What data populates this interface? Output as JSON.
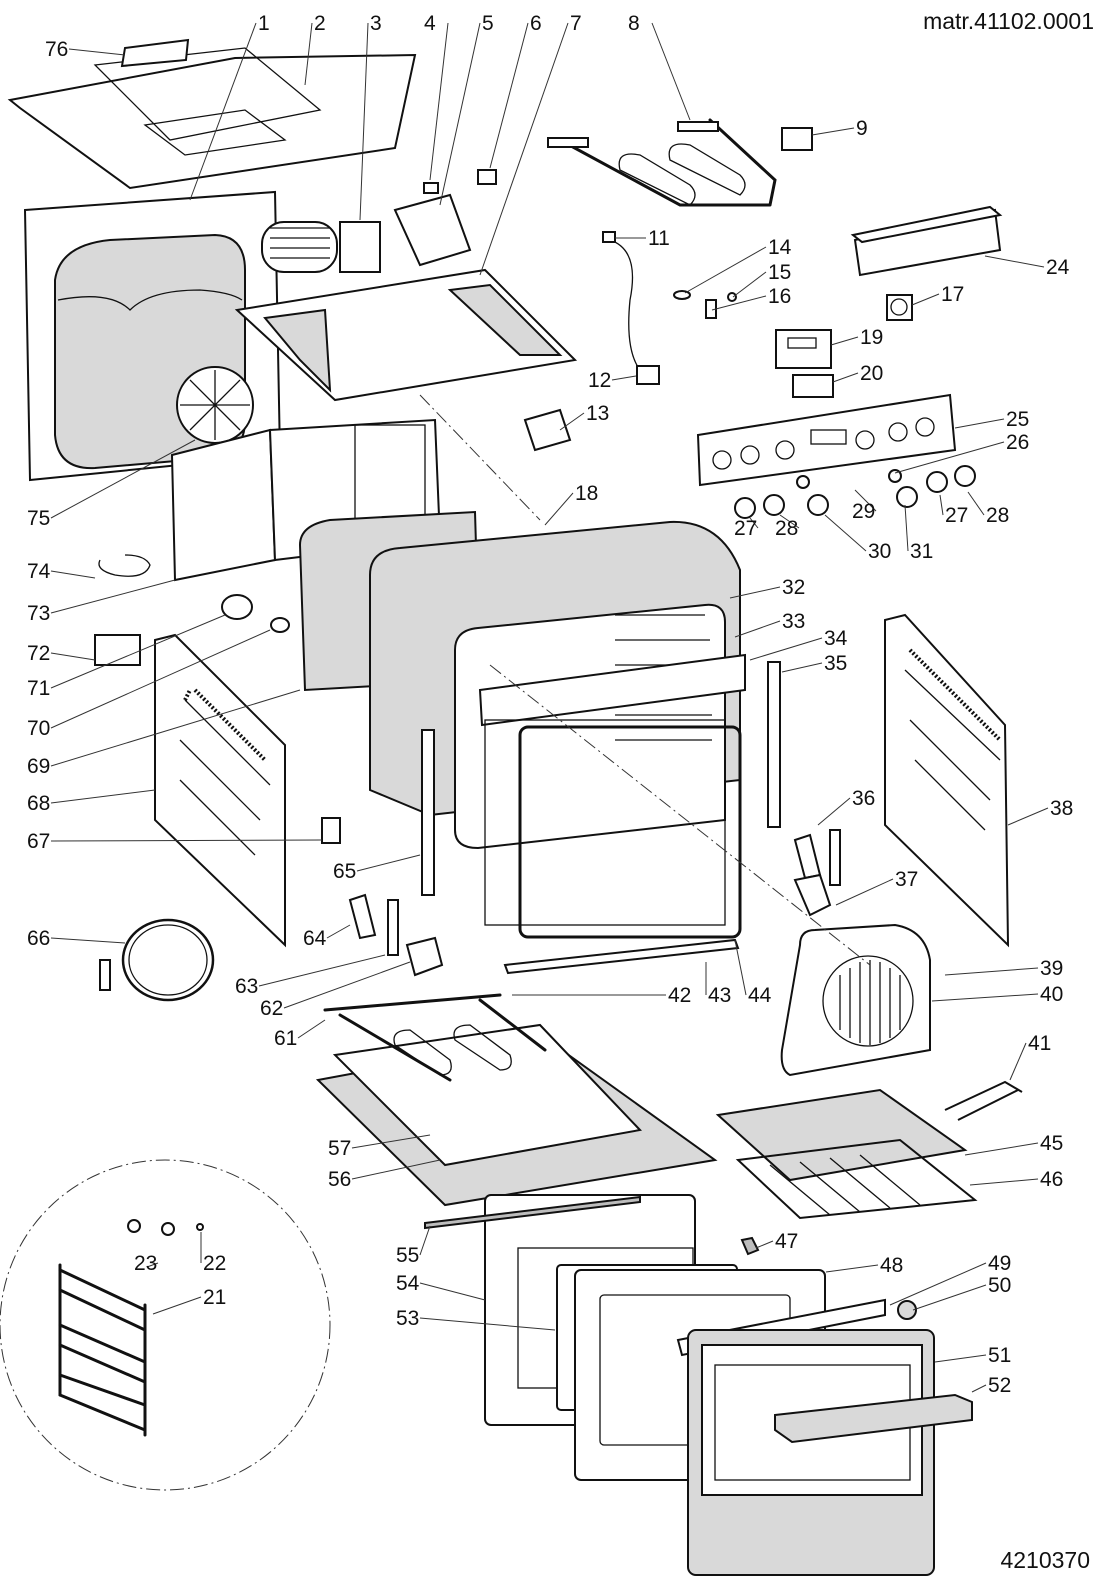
{
  "header": {
    "document_code": "matr.41102.0001"
  },
  "footer": {
    "drawing_number": "4210370"
  },
  "diagram": {
    "subject": "Oven exploded parts view",
    "callouts": [
      "1",
      "2",
      "3",
      "4",
      "5",
      "6",
      "7",
      "8",
      "9",
      "11",
      "12",
      "13",
      "14",
      "15",
      "16",
      "17",
      "18",
      "19",
      "20",
      "21",
      "22",
      "23",
      "24",
      "25",
      "26",
      "27",
      "28",
      "29",
      "30",
      "31",
      "32",
      "33",
      "34",
      "35",
      "36",
      "37",
      "38",
      "39",
      "40",
      "41",
      "42",
      "43",
      "44",
      "45",
      "46",
      "47",
      "48",
      "49",
      "50",
      "51",
      "52",
      "53",
      "54",
      "55",
      "56",
      "57",
      "61",
      "62",
      "63",
      "64",
      "65",
      "66",
      "67",
      "68",
      "69",
      "70",
      "71",
      "72",
      "73",
      "74",
      "75",
      "76"
    ],
    "repeated_callouts": {
      "27": 2,
      "28": 2
    },
    "detail_inset": {
      "callouts": [
        "21",
        "22",
        "23"
      ]
    }
  }
}
